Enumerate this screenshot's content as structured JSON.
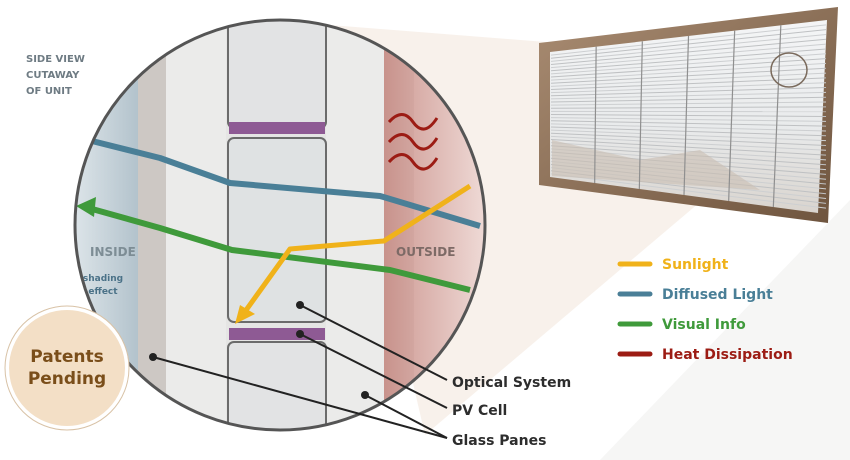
{
  "corner_label": {
    "line1": "SIDE VIEW",
    "line2": "CUTAWAY",
    "line3": "OF UNIT"
  },
  "zones": {
    "inside": "INSIDE",
    "inside_note_line1": "shading",
    "inside_note_line2": "effect",
    "outside": "OUTSIDE"
  },
  "badge": {
    "line1": "Patents",
    "line2": "Pending"
  },
  "callouts": {
    "optical_system": "Optical System",
    "pv_cell": "PV Cell",
    "glass_panes": "Glass Panes"
  },
  "legend": [
    {
      "label": "Sunlight",
      "color": "#f0b21a"
    },
    {
      "label": "Diffused Light",
      "color": "#4a7f97"
    },
    {
      "label": "Visual Info",
      "color": "#3f9a3b"
    },
    {
      "label": "Heat Dissipation",
      "color": "#9c1c14"
    }
  ],
  "colors": {
    "sunlight": "#f0b21a",
    "diffused": "#4a7f97",
    "visual": "#3f9a3b",
    "heat": "#9c1c14",
    "pv_cell": "#8e5a94",
    "frame": "#8b6d52",
    "badge_fill": "#f3dfc6",
    "badge_text": "#7a4e1a"
  }
}
